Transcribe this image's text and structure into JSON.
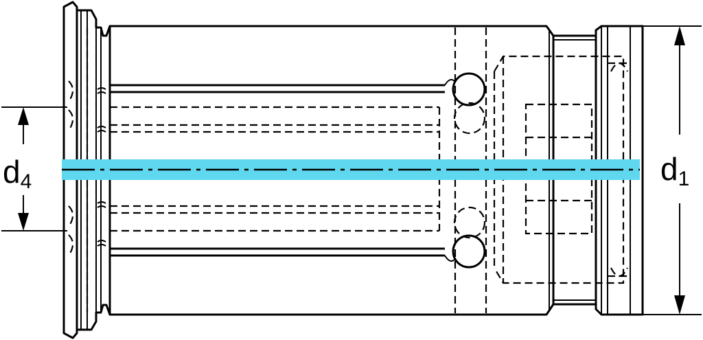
{
  "colors": {
    "body_fill": "#d5dadd",
    "outline": "#000000",
    "centerline": "#5fd7ee"
  },
  "labels": {
    "d4_main": "d",
    "d4_sub": "4",
    "d1_main": "d",
    "d1_sub": "1"
  }
}
